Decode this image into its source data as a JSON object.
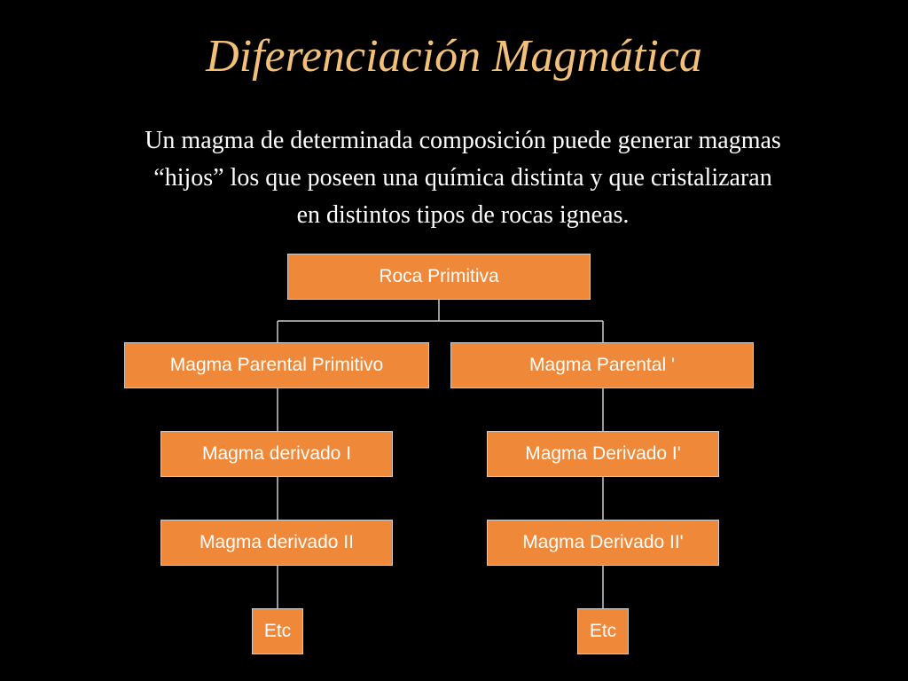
{
  "title": "Diferenciación Magmática",
  "intro": {
    "line1": "Un magma de determinada composición puede generar magmas",
    "line2": "“hijos” los que poseen una química distinta y que cristalizaran",
    "line3": "en distintos tipos de rocas igneas."
  },
  "colors": {
    "title": "#f2c078",
    "box_fill": "#f0883a",
    "box_border": "#c9ccd0",
    "connector": "#c9ccd0"
  },
  "tree": {
    "root": "Roca Primitiva",
    "left": {
      "parent": "Magma Parental Primitivo",
      "derived1": "Magma derivado I",
      "derived2": "Magma derivado II",
      "etc": "Etc"
    },
    "right": {
      "parent": "Magma Parental '",
      "derived1": "Magma Derivado I'",
      "derived2": "Magma Derivado II'",
      "etc": "Etc"
    }
  }
}
